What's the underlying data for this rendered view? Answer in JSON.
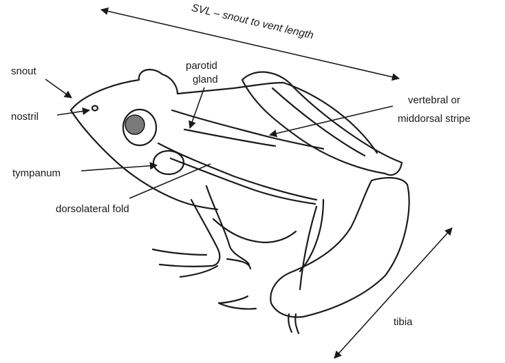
{
  "labels": {
    "svl": "SVL – snout to vent length",
    "snout": "snout",
    "nostril": "nostril",
    "parotid_line1": "parotid",
    "parotid_line2": "gland",
    "vertebral_line1": "vertebral or",
    "vertebral_line2": "middorsal stripe",
    "tympanum": "tympanum",
    "dorsolateral": "dorsolateral fold",
    "tibia": "tibia"
  },
  "colors": {
    "outline": "#1a1a1a",
    "eye_pupil": "#7a7a7a",
    "background": "#ffffff"
  }
}
